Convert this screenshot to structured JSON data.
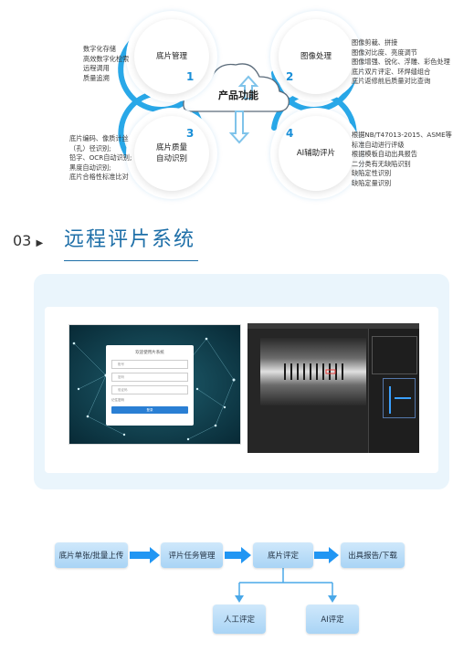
{
  "center_label": "产品功能",
  "modules": [
    {
      "num": "1",
      "title_lines": [
        "底片管理"
      ],
      "items": [
        "数字化存储",
        "高效数字化检索",
        "远程调用",
        "质量追溯"
      ]
    },
    {
      "num": "2",
      "title_lines": [
        "图像处理"
      ],
      "items": [
        "图像剪裁、拼接",
        "图像对比度、亮度调节",
        "图像增强、锐化、浮雕、彩色处理",
        "底片双片评定、环焊缝组合",
        "底片返修前后质量对比查询"
      ]
    },
    {
      "num": "3",
      "title_lines": [
        "底片质量",
        "自动识别"
      ],
      "items": [
        "底片编码、像质计丝",
        "（孔）径识别;",
        "铅字、OCR自动识别;",
        "黑度自动识别;",
        "底片合格性标准比对"
      ]
    },
    {
      "num": "4",
      "title_lines": [
        "AI辅助评片"
      ],
      "items": [
        "根据NB/T47013-2015、ASME等",
        "标准自动进行评级",
        "根据模板自动出具报告",
        "二分类有无缺陷识别",
        "缺陷定性识别",
        "缺陷定量识别"
      ]
    }
  ],
  "section": {
    "number": "03",
    "arrow": "▶",
    "title": "远程评片系统"
  },
  "login_screen": {
    "title": "欢迎使用片系统",
    "fields": [
      "账号",
      "密码",
      "验证码"
    ],
    "remember": "记住密码",
    "button": "登录"
  },
  "flow": {
    "steps": [
      "底片单张/批量上传",
      "评片任务管理",
      "底片评定",
      "出具报告/下载"
    ],
    "branches": [
      "人工评定",
      "AI评定"
    ]
  },
  "colors": {
    "accent": "#1a8fd8",
    "arc": "#29a8e8",
    "flow_box": "#bfe0f8",
    "panel": "#eaf5fc"
  }
}
